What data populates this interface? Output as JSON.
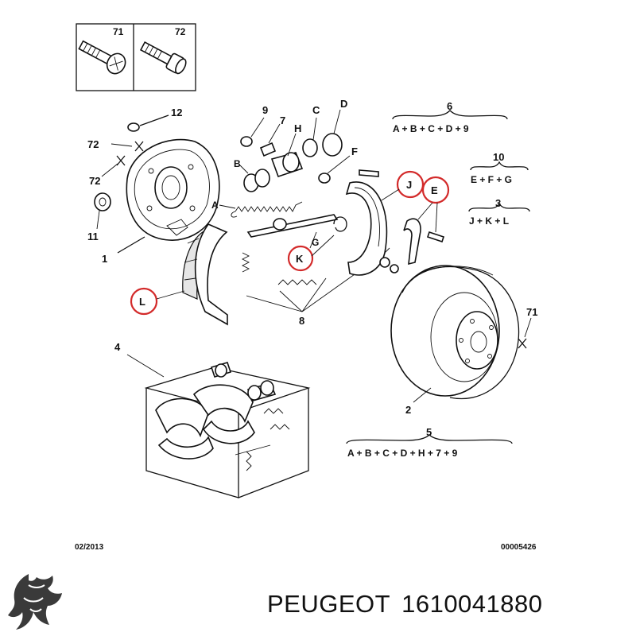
{
  "inset": {
    "left_ref": "71",
    "right_ref": "72"
  },
  "callouts": {
    "n1": "1",
    "n2": "2",
    "n4": "4",
    "n8": "8",
    "n9": "9",
    "n7": "7",
    "n11": "11",
    "n12": "12",
    "n71": "71",
    "n72a": "72",
    "n72b": "72",
    "A": "A",
    "B": "B",
    "C": "C",
    "D": "D",
    "F": "F",
    "G": "G",
    "H": "H",
    "E": "E",
    "J": "J",
    "K": "K",
    "L": "L"
  },
  "kits": [
    {
      "number": "6",
      "formula": "A + B + C + D + 9"
    },
    {
      "number": "10",
      "formula": "E + F + G"
    },
    {
      "number": "3",
      "formula": "J + K + L"
    },
    {
      "number": "5",
      "formula": "A + B + C + D + H + 7 + 9"
    }
  ],
  "footer": {
    "date": "02/2013",
    "drawing_number": "00005426"
  },
  "brand": {
    "name": "PEUGEOT",
    "part_number": "1610041880"
  },
  "colors": {
    "highlight": "#d32a2a",
    "ink": "#111111"
  },
  "icons": [
    "peugeot-lion-logo"
  ]
}
